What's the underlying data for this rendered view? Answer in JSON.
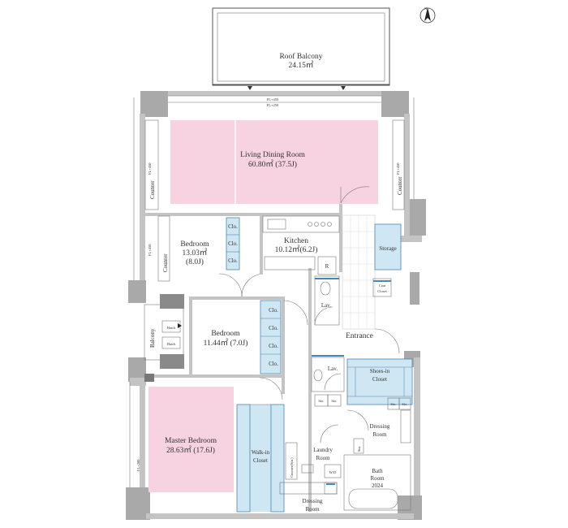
{
  "rooms": {
    "roof_balcony": {
      "name": "Roof Balcony",
      "area": "24.15㎡"
    },
    "living": {
      "name": "Living Dining Room",
      "area": "60.80㎡ (37.5J)"
    },
    "kitchen": {
      "name": "Kitchen",
      "area": "10.12㎡(6.2J)"
    },
    "bedroom1": {
      "name": "Bedroom",
      "area": "13.03㎡",
      "jo": "(8.0J)"
    },
    "bedroom2": {
      "name": "Bedroom",
      "area": "11.44㎡ (7.0J)"
    },
    "master": {
      "name": "Master Bedroom",
      "area": "28.63㎡ (17.6J)"
    },
    "walkin": {
      "line1": "Walk-in",
      "line2": "Closet"
    },
    "laundry": {
      "line1": "Laundry",
      "line2": "Room"
    },
    "dressing1": {
      "line1": "Dressing",
      "line2": "Room"
    },
    "dressing2": {
      "line1": "Dressing",
      "line2": "Room"
    },
    "bath": {
      "line1": "Bath",
      "line2": "Room",
      "line3": "2024"
    },
    "shoes": {
      "line1": "Shoes-in",
      "line2": "Closet"
    },
    "entrance": "Entrance",
    "storage": "Storage",
    "coat": {
      "line1": "Coat",
      "line2": "Closet"
    },
    "lav1": "Lav.",
    "lav2": "Lav.",
    "balcony": "Balcony",
    "refrigerator": "R",
    "wd": "W/D",
    "counter_sto": "Counter(Sto.)"
  },
  "labels": {
    "clo": "Clo.",
    "sto": "Sto.",
    "counter": "Counter",
    "hatch": "Hatch",
    "fl450": "FL+450",
    "fl250": "FL+250",
    "fl200": "FL+200",
    "north": "N"
  }
}
